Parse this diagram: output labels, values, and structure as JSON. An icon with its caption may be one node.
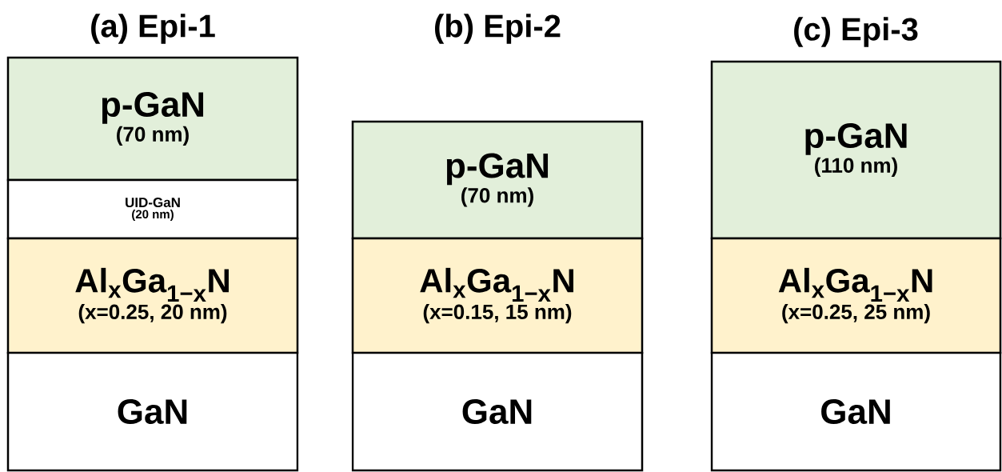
{
  "diagram": {
    "nodes": [
      {
        "text": [
          "p-GaN",
          "(70 nm)"
        ]
      },
      {
        "text": [
          "UID-GaN",
          "(20 nm)"
        ]
      },
      {
        "text": [
          "Al$_{x}$Ga$_{1−x}$N",
          "(x=0.25, 20 nm)"
        ]
      },
      {
        "text": [
          "GaN"
        ]
      },
      {
        "text": [
          "p-GaN",
          "(70 nm)"
        ]
      },
      {
        "text": [
          "Al$_{x}$Ga$_{1−x}$N",
          "(x=0.15, 15 nm)"
        ]
      },
      {
        "text": [
          "GaN"
        ]
      },
      {
        "text": [
          "p-GaN",
          "(110 nm)"
        ]
      },
      {
        "text": [
          "Al$_{x}$Ga$_{1−x}$N",
          "(x=0.25, 25 nm)"
        ]
      },
      {
        "text": [
          "GaN"
        ]
      }
    ],
    "labels": [
      "(a) Epi-1",
      "(b) Epi-2",
      "(c) Epi-3"
    ]
  }
}
